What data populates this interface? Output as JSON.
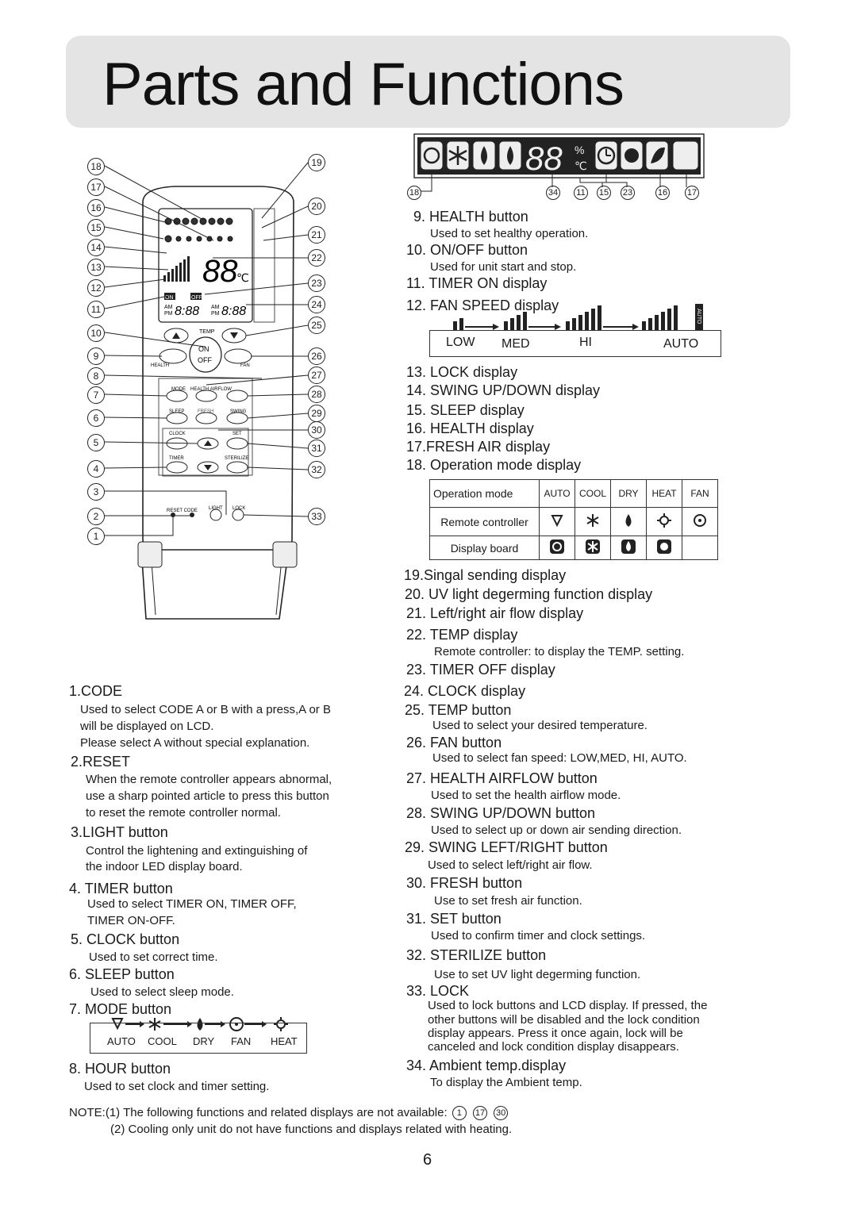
{
  "title": "Parts and Functions",
  "remote": {
    "callouts_left": [
      "18",
      "17",
      "16",
      "15",
      "14",
      "13",
      "12",
      "11",
      "10",
      "9",
      "8",
      "7",
      "6",
      "5",
      "4",
      "3",
      "2",
      "1"
    ],
    "callouts_right": [
      "19",
      "20",
      "21",
      "22",
      "23",
      "24",
      "25",
      "26",
      "27",
      "28",
      "29",
      "30",
      "31",
      "32",
      "33"
    ],
    "lcd_temp": "88",
    "lcd_unit": "℃",
    "lcd_on": "ON",
    "lcd_off": "OFF",
    "lcd_am1": "AM",
    "lcd_pm1": "PM",
    "lcd_time1": "8:88",
    "lcd_am2": "AM",
    "lcd_pm2": "PM",
    "lcd_time2": "8:88",
    "temp": "TEMP",
    "on": "ON",
    "off": "OFF",
    "health": "HEALTH",
    "fan": "FAN",
    "mode": "MODE",
    "health_airflow": "HEALTH AIRFLOW",
    "sleep": "SLEEP",
    "fresh": "FRESH",
    "swing": "SWING",
    "clock": "CLOCK",
    "set": "SET",
    "timer": "TIMER",
    "sterilize": "STERILIZE",
    "reset_code": "RESET CODE",
    "light": "LIGHT",
    "lock": "LOCK"
  },
  "display_strip": {
    "digits": "88",
    "percent": "%",
    "unit": "℃",
    "callouts": [
      "18",
      "34",
      "11",
      "15",
      "23",
      "16",
      "17"
    ]
  },
  "left_items": [
    {
      "title": "1.CODE",
      "desc": [
        "Used to select CODE A or B with a press,A or B",
        "will be displayed on LCD.",
        "Please select A without special explanation."
      ]
    },
    {
      "title": "2.RESET",
      "desc": [
        "When the remote controller appears abnormal,",
        "use a sharp pointed article   to press this button",
        "to reset the  remote controller normal."
      ]
    },
    {
      "title": "3.LIGHT button",
      "desc": [
        "Control the lightening and extinguishing of",
        "the indoor  LED display board."
      ]
    },
    {
      "title": "4. TIMER button",
      "desc": [
        "Used to select TIMER ON,  TIMER OFF,",
        "TIMER ON-OFF."
      ]
    },
    {
      "title": "5. CLOCK button",
      "desc": [
        "Used to set correct time."
      ]
    },
    {
      "title": "6. SLEEP button",
      "desc": [
        "Used to select sleep mode."
      ]
    },
    {
      "title": "7. MODE button",
      "desc": []
    },
    {
      "title": "8. HOUR button",
      "desc": [
        "Used to set clock and timer setting."
      ]
    }
  ],
  "mode_sequence": [
    "AUTO",
    "COOL",
    "DRY",
    "FAN",
    "HEAT"
  ],
  "right_items": [
    {
      "title": "9. HEALTH button",
      "desc": "Used to set healthy operation."
    },
    {
      "title": "10. ON/OFF button",
      "desc": "Used for unit start and stop."
    },
    {
      "title": "11. TIMER ON display",
      "desc": ""
    },
    {
      "title": "12. FAN SPEED display",
      "desc": ""
    },
    {
      "title": "13. LOCK display",
      "desc": ""
    },
    {
      "title": "14. SWING UP/DOWN display",
      "desc": ""
    },
    {
      "title": "15. SLEEP display",
      "desc": ""
    },
    {
      "title": "16. HEALTH display",
      "desc": ""
    },
    {
      "title": "17.FRESH  AIR  display",
      "desc": ""
    },
    {
      "title": "18. Operation mode display",
      "desc": ""
    },
    {
      "title": "19.Singal sending  display",
      "desc": ""
    },
    {
      "title": "20. UV light degerming function display",
      "desc": ""
    },
    {
      "title": "21. Left/right air flow display",
      "desc": ""
    },
    {
      "title": "22. TEMP display",
      "desc": "Remote controller: to display the TEMP. setting."
    },
    {
      "title": "23. TIMER OFF display",
      "desc": ""
    },
    {
      "title": "24. CLOCK display",
      "desc": ""
    },
    {
      "title": "25. TEMP button",
      "desc": "Used to select your desired temperature."
    },
    {
      "title": "26. FAN button",
      "desc": "Used to select fan speed: LOW,MED, HI, AUTO."
    },
    {
      "title": "27. HEALTH AIRFLOW button",
      "desc": "Used to set the health airflow mode."
    },
    {
      "title": "28. SWING UP/DOWN button",
      "desc": "Used to select up or down air sending direction."
    },
    {
      "title": "29. SWING LEFT/RIGHT button",
      "desc": "Used to select left/right air flow."
    },
    {
      "title": "30. FRESH button",
      "desc": "Use to set fresh air function."
    },
    {
      "title": "31. SET button",
      "desc": "Used to confirm timer and clock settings."
    },
    {
      "title": "32. STERILIZE button",
      "desc": "Use to set UV light degerming function."
    },
    {
      "title": "33. LOCK",
      "desc": ""
    },
    {
      "title": "34. Ambient temp.display",
      "desc": "To display the  Ambient temp."
    }
  ],
  "lock_desc": [
    "Used to lock buttons and LCD display. If pressed, the",
    "other buttons will be disabled and the lock condition",
    "display appears. Press it once again, lock will be",
    "canceled and lock condition display disappears."
  ],
  "fan_speed": {
    "labels": [
      "LOW",
      "MED",
      "HI",
      "AUTO"
    ],
    "auto_vertical": "AUTO"
  },
  "op_table": {
    "header": [
      "Operation mode",
      "AUTO",
      "COOL",
      "DRY",
      "HEAT",
      "FAN"
    ],
    "row1": "Remote controller",
    "row2": "Display board"
  },
  "note": {
    "line1_prefix": "NOTE:(1) The following functions and related displays are not available:",
    "line1_nums": [
      "1",
      "17",
      "30"
    ],
    "line2": "(2) Cooling only unit do not have functions and displays related with heating."
  },
  "page_number": "6"
}
